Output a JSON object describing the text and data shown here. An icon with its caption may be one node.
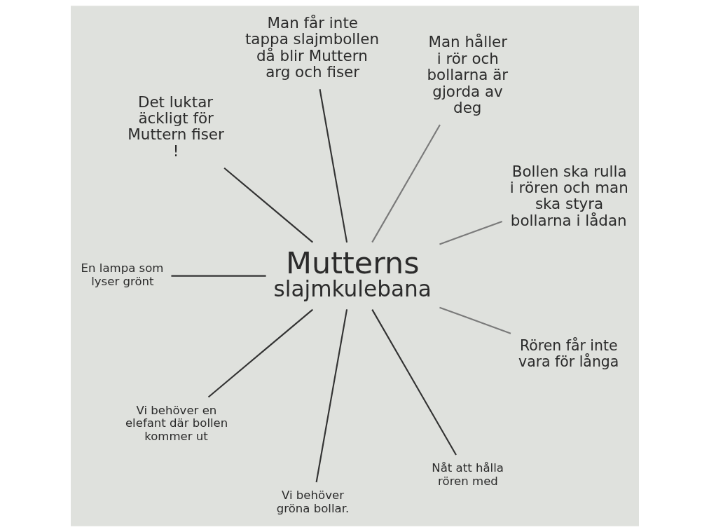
{
  "diagram": {
    "nodes": [
      {
        "text": [
          "Man får inte tappa slajmbollen då blir Muttern arg och fiser"
        ]
      },
      {
        "text": [
          "Man håller i rör och bollarna är gjorda av deg"
        ]
      },
      {
        "text": [
          "Det luktar äckligt för Muttern fiser !"
        ]
      },
      {
        "text": [
          "Bollen ska rulla i rören och man ska styra bollarna i lådan"
        ]
      },
      {
        "text": [
          "Mutterns",
          "slajmkulebana"
        ]
      },
      {
        "text": [
          "En lampa som lyser grönt"
        ]
      },
      {
        "text": [
          "Vi behöver en elefant där bollen kommer ut"
        ]
      },
      {
        "text": [
          "Nåt att hålla rören med"
        ]
      },
      {
        "text": [
          "Rören får inte vara för långa"
        ]
      },
      {
        "text": [
          "Vi behöver gröna bollar."
        ]
      }
    ],
    "edges": [
      {
        "from": 4,
        "to": 0,
        "arrow": "none"
      },
      {
        "from": 4,
        "to": 1,
        "arrow": "none",
        "color": "#7a7a7a"
      },
      {
        "from": 4,
        "to": 2,
        "arrow": "none"
      },
      {
        "from": 4,
        "to": 3,
        "arrow": "none",
        "color": "#7a7a7a"
      },
      {
        "from": 4,
        "to": 5,
        "arrow": "none"
      },
      {
        "from": 4,
        "to": 6,
        "arrow": "none"
      },
      {
        "from": 4,
        "to": 9,
        "arrow": "none"
      },
      {
        "from": 4,
        "to": 7,
        "arrow": "none"
      },
      {
        "from": 4,
        "to": 8,
        "arrow": "none",
        "color": "#7a7a7a"
      }
    ]
  }
}
